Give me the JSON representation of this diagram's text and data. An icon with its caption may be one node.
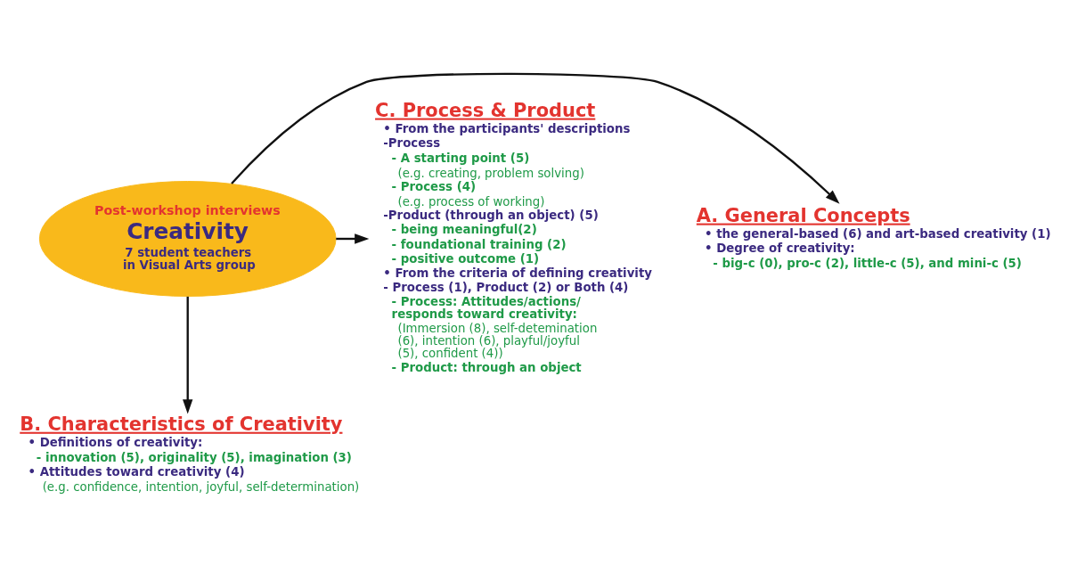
{
  "diagram": {
    "nodes": [
      {
        "text": [
          "A. General Concepts",
          "• the general-based (6) and art-based creativity (1)",
          "• Degree of creativity:",
          "- big-c (0), pro-c (2), little-c (5), and mini-c (5)"
        ]
      },
      {
        "text": [
          "C. Process & Product",
          "• From the participants' descriptions",
          "-Process",
          "- A starting point (5)",
          "(e.g. creating, problem solving)",
          "- Process (4)",
          "(e.g. process of working)",
          "-Product (through an object) (5)",
          "- being meaningful(2)",
          "- foundational training (2)",
          "- positive outcome (1)",
          "• From the criteria of defining creativity",
          "- Process (1), Product (2) or Both (4)",
          "- Process: Attitudes/actions/ responds toward creativity:",
          "(Immersion (8), self-detemination (6), intention (6), playful/joyful (5), confident (4))",
          "- Product: through an object"
        ]
      },
      {
        "text": [
          "Post-workshop interviews",
          "Creativity",
          "7 student teachers in Visual Arts group"
        ]
      },
      {
        "text": [
          "B. Characteristics of Creativity",
          "• Definitions of creativity:",
          "- innovation (5), originality (5), imagination (3)",
          "• Attitudes toward creativity (4)",
          "(e.g. confidence, intention, joyful, self-determination)"
        ]
      }
    ],
    "edges": [
      {
        "from": 2,
        "to": 0,
        "arrow": "to"
      },
      {
        "from": 2,
        "to": 1,
        "arrow": "to"
      },
      {
        "from": 2,
        "to": 3,
        "arrow": "to"
      }
    ]
  }
}
